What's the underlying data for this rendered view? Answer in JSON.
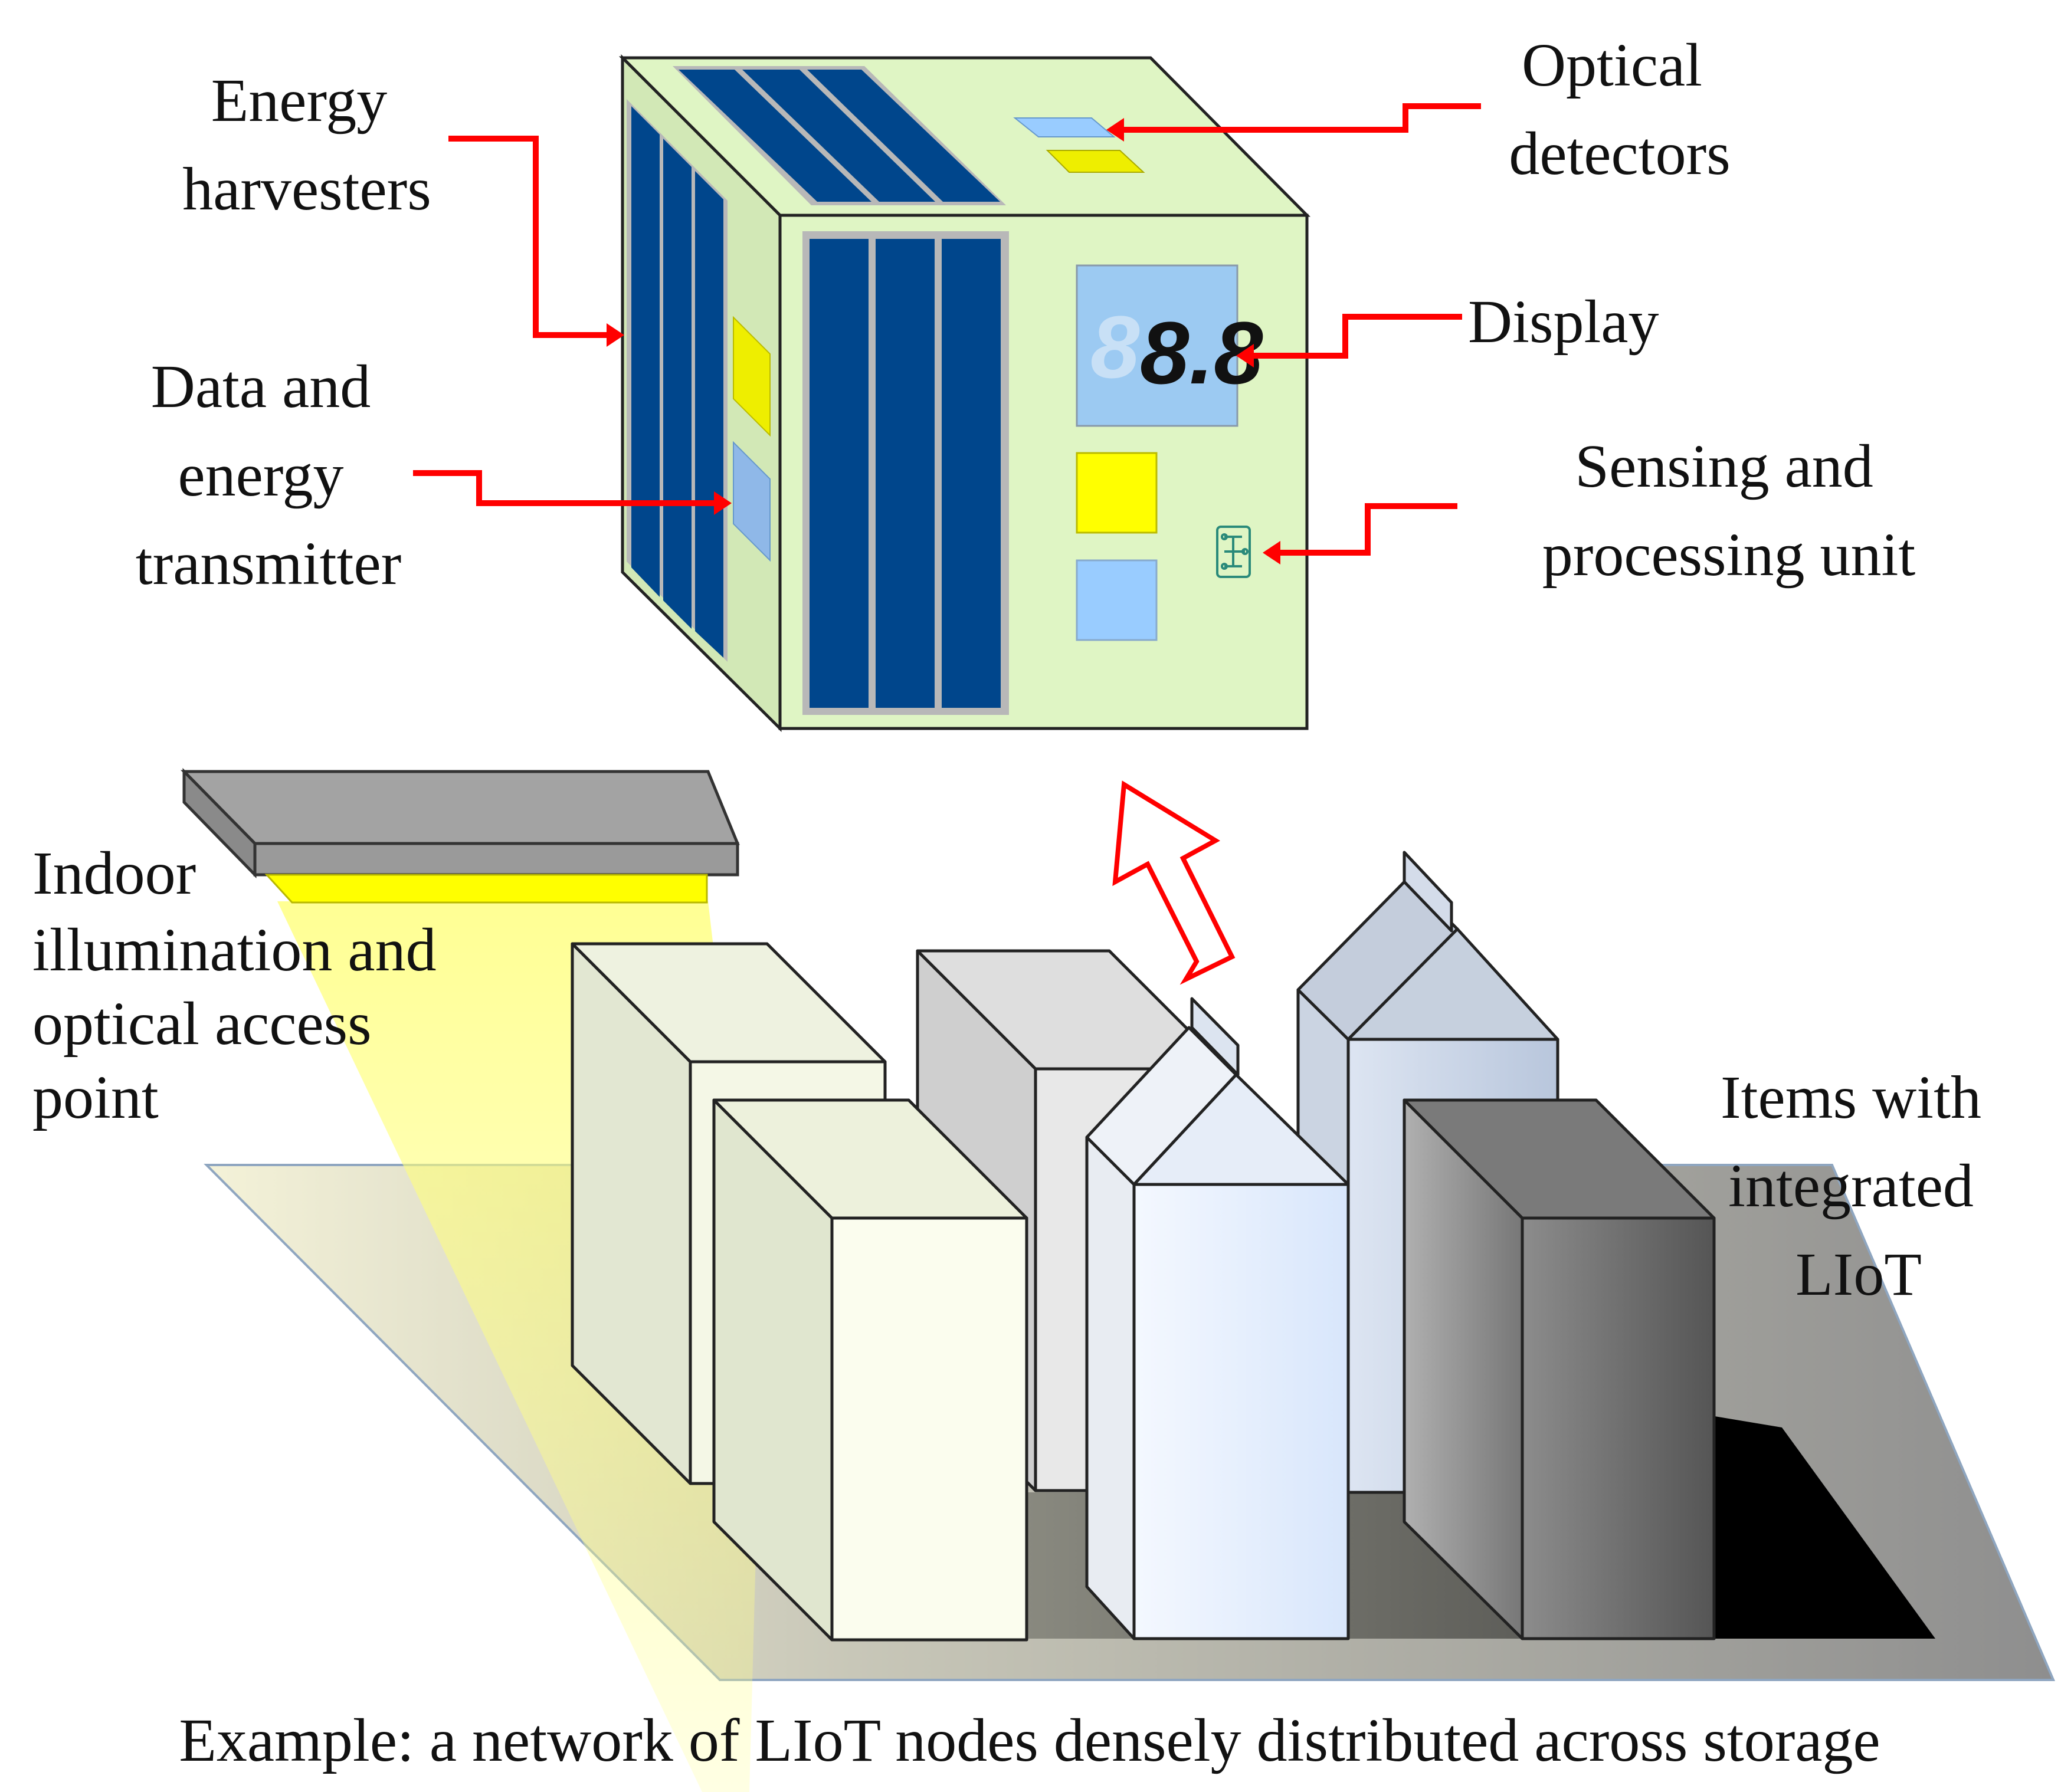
{
  "labels": {
    "energy_harvesters": [
      "Energy",
      "harvesters"
    ],
    "data_energy_tx": [
      "Data and",
      "energy",
      "transmitter"
    ],
    "optical_detectors": [
      "Optical",
      "detectors"
    ],
    "display": [
      "Display"
    ],
    "sensing_processing": [
      "Sensing and",
      "processing unit"
    ],
    "indoor_illumination": [
      "Indoor",
      "illumination and",
      "optical access",
      "point"
    ],
    "items_liot": [
      "Items with",
      "integrated",
      "LIoT"
    ]
  },
  "display_readout": {
    "ghost": "8",
    "value": "8.8"
  },
  "caption": "Example: a network of LIoT nodes densely distributed across storage",
  "colors": {
    "arrow": "#ff0000",
    "node_body": "#dff5c4",
    "solar_panel": "#00468c",
    "panel_frame": "#b8b8b8",
    "display_bg": "#9ccaf2",
    "led_yellow": "#ffff00",
    "led_blue": "#99ccff",
    "access_point": "#a0a0a0",
    "light_beam": "#ffff88"
  }
}
